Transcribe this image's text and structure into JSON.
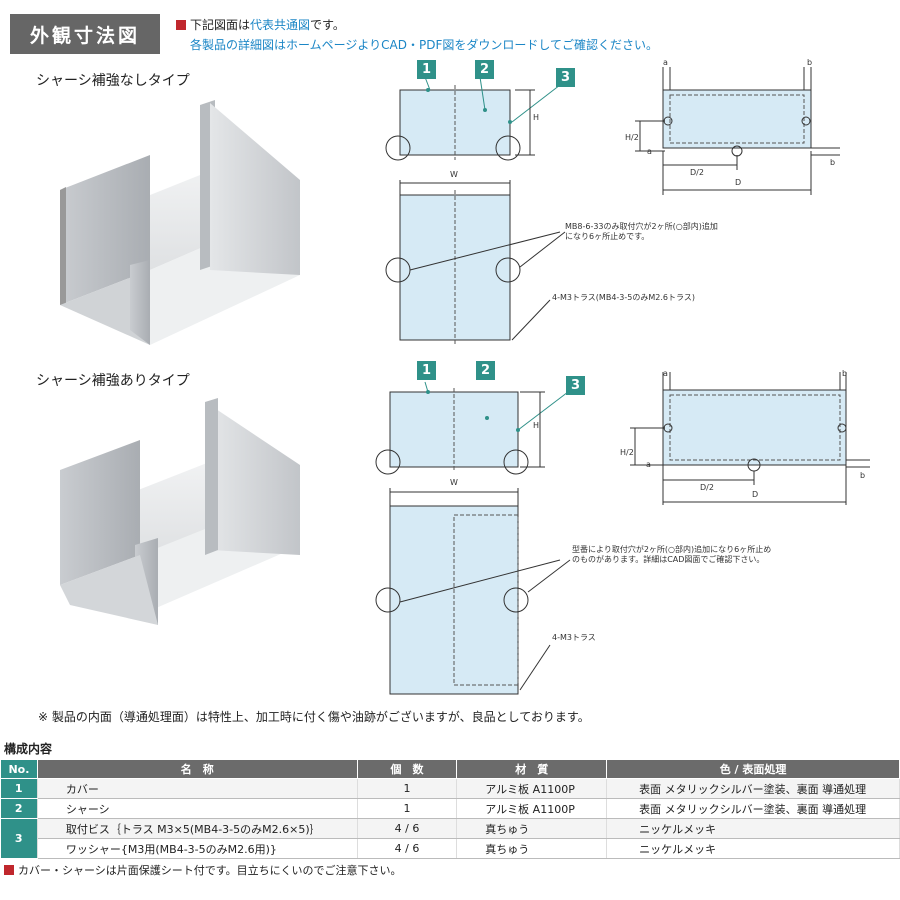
{
  "header": {
    "tab_title": "外観寸法図",
    "note1_a": "下記図面は",
    "note1_b": "代表共通図",
    "note1_c": "です。",
    "note2": "各製品の詳細図はホームページよりCAD・PDF図をダウンロードしてご確認ください。"
  },
  "types": {
    "without": "シャーシ補強なしタイプ",
    "with": "シャーシ補強ありタイプ"
  },
  "badges": [
    "1",
    "2",
    "3"
  ],
  "dims": {
    "W": "W",
    "H": "H",
    "H2": "H/2",
    "D": "D",
    "D2": "D/2",
    "a": "a",
    "b": "b"
  },
  "callouts": {
    "top_line1": "MB8-6-33のみ取付穴が2ヶ所(○部内)追加",
    "top_line2": "になり6ヶ所止めです。",
    "top_screw": "4-M3トラス(MB4-3-5のみM2.6トラス)",
    "bottom_line1": "型番により取付穴が2ヶ所(○部内)追加になり6ヶ所止め",
    "bottom_line2": "のものがあります。詳細はCAD図面でご確認下さい。",
    "bottom_screw": "4-M3トラス"
  },
  "inner_note": "※ 製品の内面（導通処理面）は特性上、加工時に付く傷や油跡がございますが、良品としております。",
  "table": {
    "section_title": "構成内容",
    "headers": {
      "no": "No.",
      "name": "名　称",
      "qty": "個　数",
      "material": "材　質",
      "finish": "色 / 表面処理"
    },
    "rows": [
      {
        "no": "1",
        "name": "カバー",
        "qty": "1",
        "material": "アルミ板 A1100P",
        "finish": "表面 メタリックシルバー塗装、裏面 導通処理"
      },
      {
        "no": "2",
        "name": "シャーシ",
        "qty": "1",
        "material": "アルミ板 A1100P",
        "finish": "表面 メタリックシルバー塗装、裏面 導通処理"
      },
      {
        "no": "3",
        "name": "取付ビス｛トラス M3×5(MB4-3-5のみM2.6×5)｝",
        "qty": "4 / 6",
        "material": "真ちゅう",
        "finish": "ニッケルメッキ"
      },
      {
        "no": "",
        "name": "ワッシャー{M3用(MB4-3-5のみM2.6用)}",
        "qty": "4 / 6",
        "material": "真ちゅう",
        "finish": "ニッケルメッキ"
      }
    ]
  },
  "footer_note": "カバー・シャーシは片面保護シート付です。目立ちにくいのでご注意下さい。",
  "colors": {
    "teal": "#2f9189",
    "red": "#c0272d",
    "blue_text": "#1b86c6",
    "panel_fill": "#d6eaf5"
  }
}
